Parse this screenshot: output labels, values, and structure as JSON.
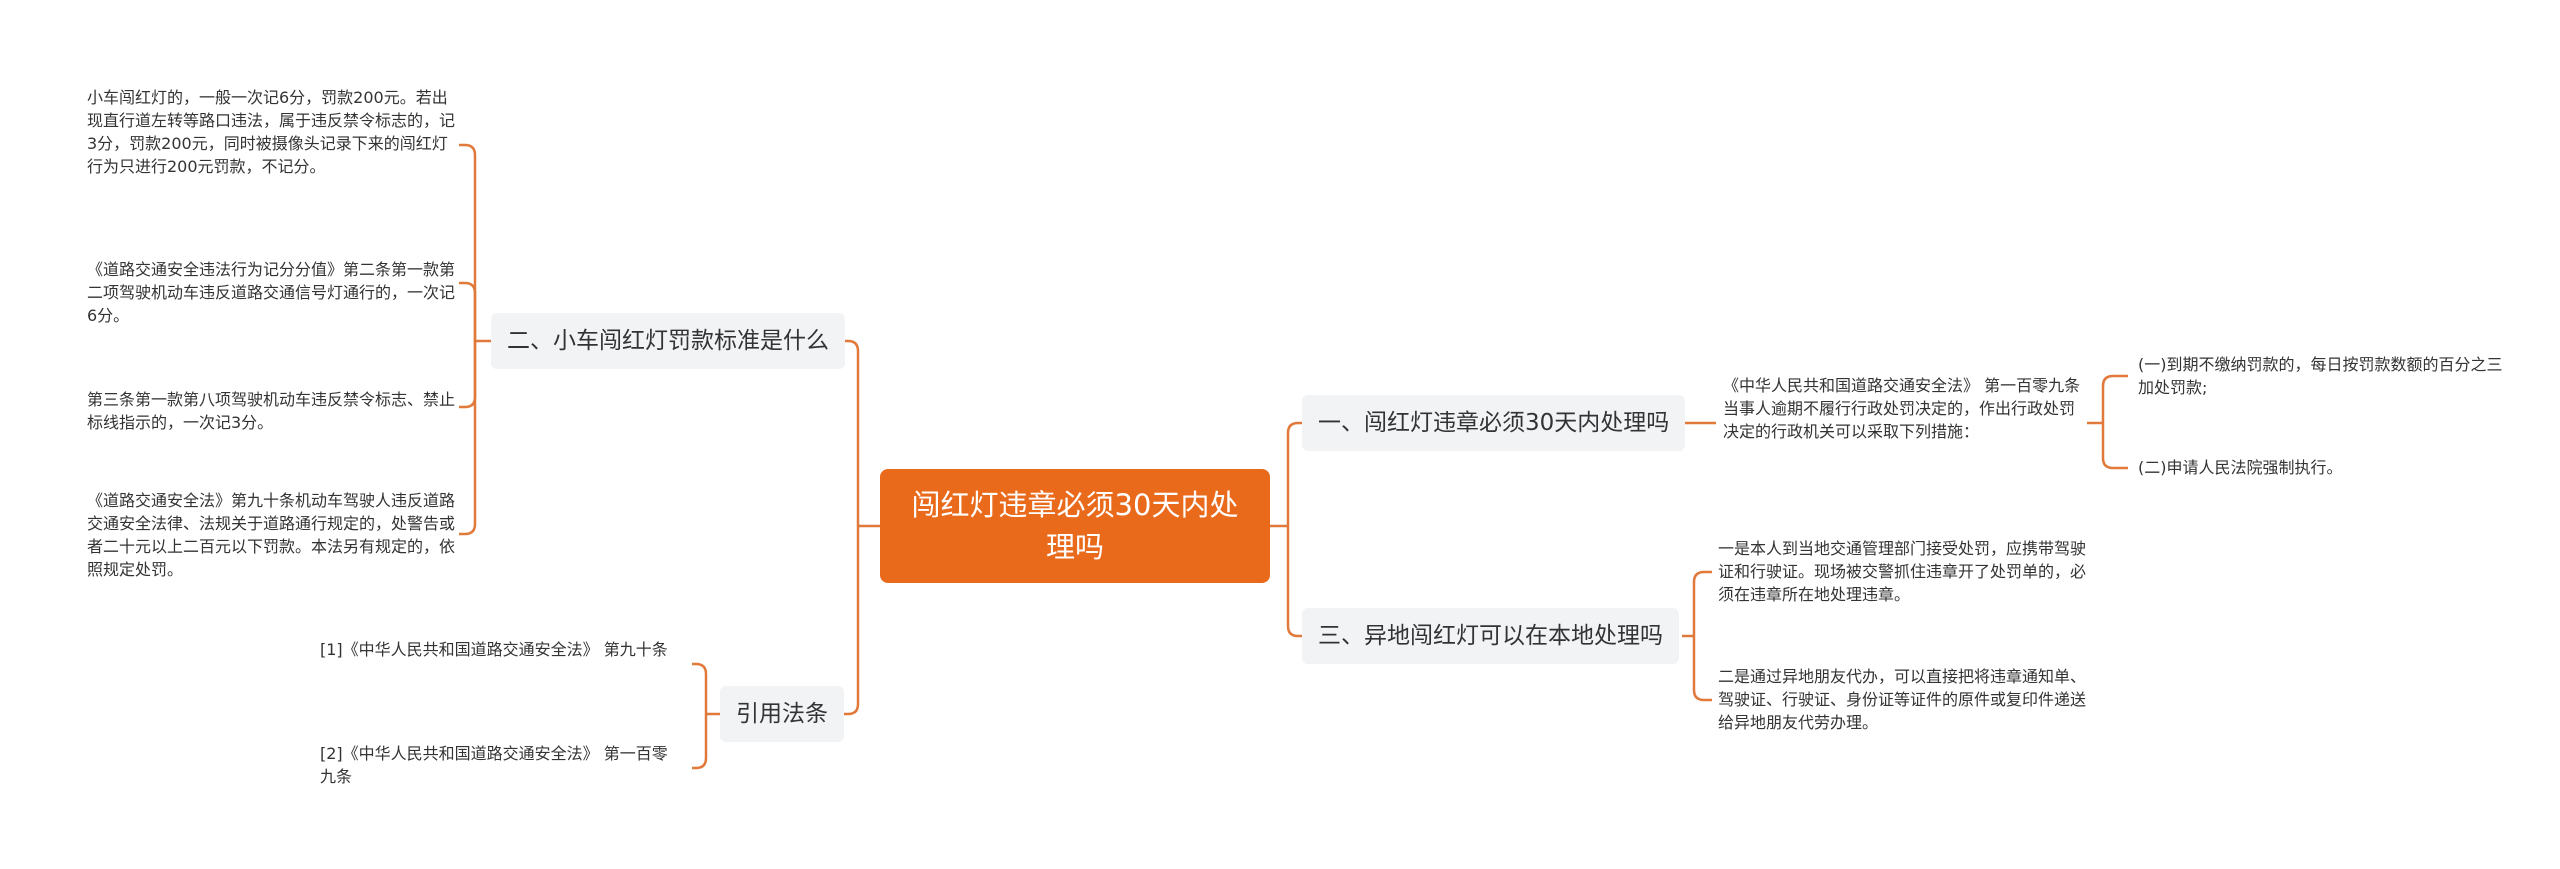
{
  "root": {
    "title": "闯红灯违章必须30天内处理吗"
  },
  "colors": {
    "accent": "#ea6a1c",
    "branch_bg": "#f1f3f5",
    "line": "#e0793a"
  },
  "left": {
    "branch1": {
      "label": "二、小车闯红灯罚款标准是什么",
      "leaves": [
        "小车闯红灯的，一般一次记6分，罚款200元。若出现直行道左转等路口违法，属于违反禁令标志的，记3分，罚款200元，同时被摄像头记录下来的闯红灯行为只进行200元罚款，不记分。",
        "《道路交通安全违法行为记分分值》第二条第一款第二项驾驶机动车违反道路交通信号灯通行的，一次记6分。",
        "第三条第一款第八项驾驶机动车违反禁令标志、禁止标线指示的，一次记3分。",
        "《道路交通安全法》第九十条机动车驾驶人违反道路交通安全法律、法规关于道路通行规定的，处警告或者二十元以上二百元以下罚款。本法另有规定的，依照规定处罚。"
      ]
    },
    "branch2": {
      "label": "引用法条",
      "leaves": [
        "[1]《中华人民共和国道路交通安全法》 第九十条",
        "[2]《中华人民共和国道路交通安全法》 第一百零九条"
      ]
    }
  },
  "right": {
    "branch1": {
      "label": "一、闯红灯违章必须30天内处理吗",
      "mid": "《中华人民共和国道路交通安全法》 第一百零九条当事人逾期不履行行政处罚决定的，作出行政处罚决定的行政机关可以采取下列措施：",
      "leaves": [
        "(一)到期不缴纳罚款的，每日按罚款数额的百分之三加处罚款;",
        "(二)申请人民法院强制执行。"
      ]
    },
    "branch2": {
      "label": "三、异地闯红灯可以在本地处理吗",
      "leaves": [
        "一是本人到当地交通管理部门接受处罚，应携带驾驶证和行驶证。现场被交警抓住违章开了处罚单的，必须在违章所在地处理违章。",
        "二是通过异地朋友代办，可以直接把将违章通知单、驾驶证、行驶证、身份证等证件的原件或复印件递送给异地朋友代劳办理。"
      ]
    }
  }
}
